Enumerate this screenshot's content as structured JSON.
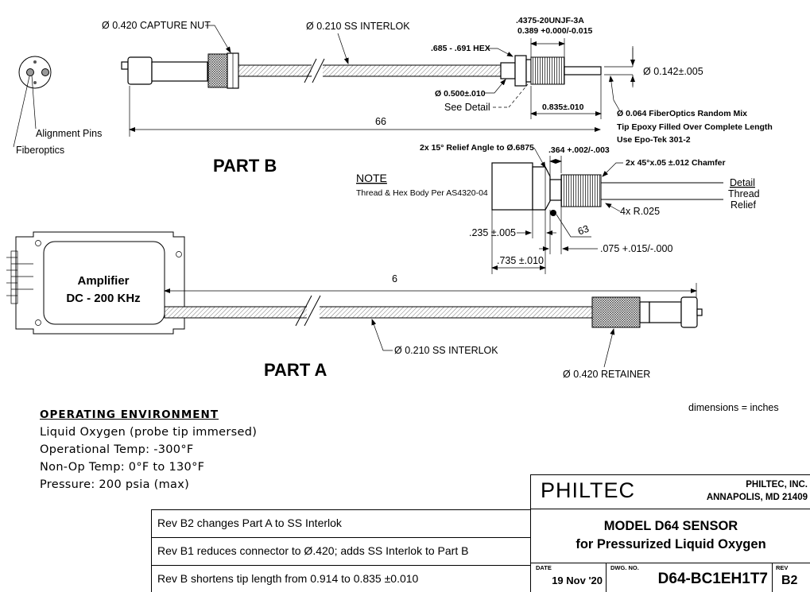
{
  "part_b": {
    "title": "PART B",
    "capture_nut": "Ø 0.420 CAPTURE NUT",
    "interlok": "Ø 0.210 SS INTERLOK",
    "thread_spec": ".4375-20UNJF-3A",
    "thread_dia": "0.389 +0.000/-0.015",
    "hex": ".685 - .691 HEX",
    "body_dia": "Ø 0.500±.010",
    "see_detail": "See Detail",
    "tip_dia": "Ø 0.142±.005",
    "tip_len": "0.835±.010",
    "length": "66",
    "fiber_note_1": "Ø 0.064 FiberOptics Random Mix",
    "fiber_note_2": "Tip Epoxy Filled Over Complete Length",
    "fiber_note_3": "Use Epo-Tek 301-2",
    "alignment_pins": "Alignment Pins",
    "fiberoptics": "Fiberoptics"
  },
  "detail": {
    "relief_angle": "2x 15° Relief Angle to Ø.6875",
    "thread_len": ".364 +.002/-.003",
    "chamfer": "2x 45°x.05 ±.012 Chamfer",
    "note_title": "NOTE",
    "note_text": "Thread & Hex Body Per AS4320-04",
    "detail_label_1": "Detail",
    "detail_label_2": "Thread",
    "detail_label_3": "Relief",
    "radius": "4x R.025",
    "finish": "63",
    "dim_235": ".235 ±.005",
    "dim_735": ".735 ±.010",
    "dim_075": ".075 +.015/-.000"
  },
  "part_a": {
    "title": "PART A",
    "amp_line1": "Amplifier",
    "amp_line2": "DC - 200 KHz",
    "length": "6",
    "interlok": "Ø 0.210 SS INTERLOK",
    "retainer": "Ø 0.420 RETAINER"
  },
  "units_note": "dimensions = inches",
  "operating_environment": {
    "title": "OPERATING ENVIRONMENT",
    "lines": [
      "Liquid Oxygen (probe tip immersed)",
      "Operational Temp: -300°F",
      "Non-Op Temp: 0°F to 130°F",
      "Pressure: 200 psia (max)"
    ]
  },
  "revisions": [
    "Rev B2 changes Part A to SS Interlok",
    "Rev B1 reduces connector to Ø.420; adds SS Interlok to Part B",
    "Rev B shortens tip length from 0.914 to 0.835 ±0.010"
  ],
  "title_block": {
    "company": "PHILTEC",
    "company_full": "PHILTEC, INC.",
    "address": "ANNAPOLIS, MD 21409",
    "model": "MODEL D64 SENSOR",
    "subtitle": "for Pressurized Liquid Oxygen",
    "date_label": "DATE",
    "date": "19 Nov '20",
    "dwg_label": "DWG. NO.",
    "dwg_no": "D64-BC1EH1T7",
    "rev_label": "REV",
    "rev": "B2"
  }
}
